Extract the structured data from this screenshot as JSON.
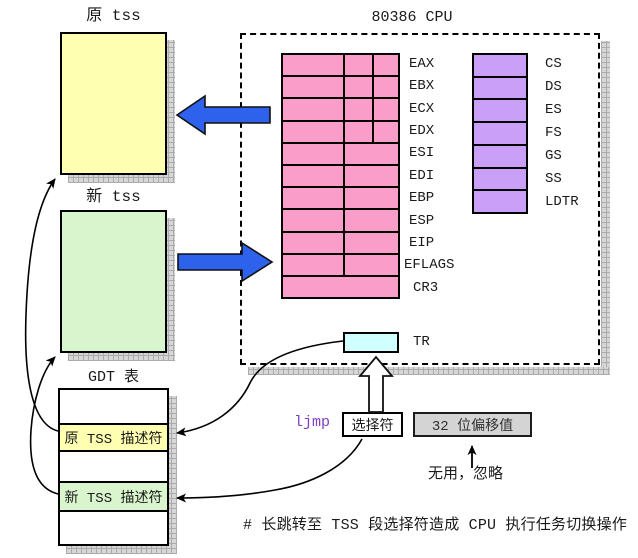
{
  "labels": {
    "old_tss": "原 tss",
    "new_tss": "新 tss",
    "gdt_title": "GDT 表",
    "cpu_title": "80386 CPU",
    "tr": "TR",
    "ljmp": "ljmp",
    "selector": "选择符",
    "offset": "32 位偏移值",
    "offset_note": "无用，忽略",
    "comment": "# 长跳转至 TSS 段选择符造成 CPU 执行任务切换操作"
  },
  "cpu": {
    "general_registers": [
      "EAX",
      "EBX",
      "ECX",
      "EDX",
      "ESI",
      "EDI",
      "EBP",
      "ESP",
      "EIP",
      "EFLAGS",
      "CR3"
    ],
    "segment_registers": [
      "CS",
      "DS",
      "ES",
      "FS",
      "GS",
      "SS",
      "LDTR"
    ]
  },
  "gdt": {
    "rows": [
      {
        "label": "",
        "kind": "plain"
      },
      {
        "label": "原 TSS 描述符",
        "kind": "old"
      },
      {
        "label": "",
        "kind": "plain"
      },
      {
        "label": "新 TSS 描述符",
        "kind": "new"
      },
      {
        "label": "",
        "kind": "plain"
      }
    ]
  },
  "colors": {
    "register_pink": "#fb9dc9",
    "segment_purple": "#ca9ff8",
    "old_tss_yellow": "#ffffb2",
    "new_tss_green": "#d8f5ce",
    "tr_cyan": "#cfffff",
    "offset_gray": "#d4d4d4",
    "arrow_blue": "#2e62ec",
    "ljmp_purple": "#8040c0"
  }
}
